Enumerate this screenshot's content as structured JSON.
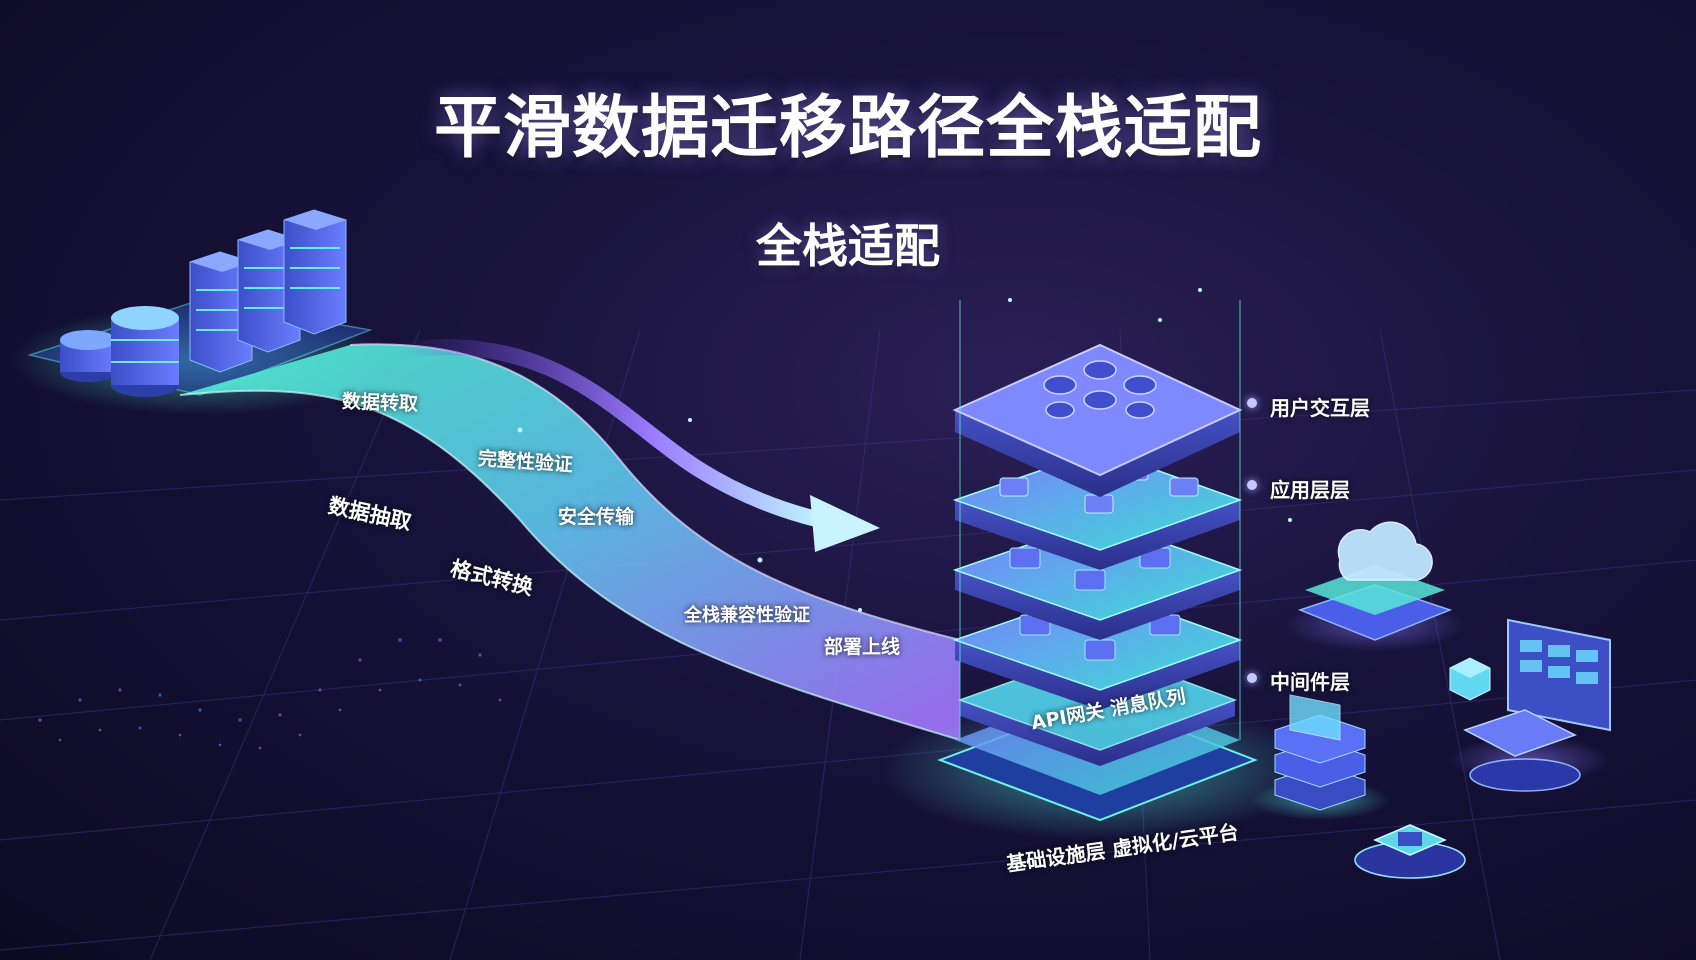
{
  "title": "平滑数据迁移路径全栈适配",
  "subtitle": "全栈适配",
  "path_labels": {
    "extract_transfer": "数据转取",
    "validate": "完整性验证",
    "secure_transfer": "安全传输",
    "compat_validation": "全栈兼容性验证",
    "deploy": "部署上线"
  },
  "side_labels": {
    "extract": "数据抽取",
    "format_convert": "格式转换"
  },
  "stack_layers": {
    "user_layer": "用户交互层",
    "app_layer": "应用层层",
    "middleware_layer": "中间件层",
    "infra_layer": "基础设施层 虚拟化/云平台",
    "middleware_inner": "API网关 消息队列"
  },
  "colors": {
    "accent_cyan": "#4fe8d0",
    "accent_purple": "#9b6bff",
    "accent_blue": "#6f86ff",
    "background": "#17123a"
  }
}
